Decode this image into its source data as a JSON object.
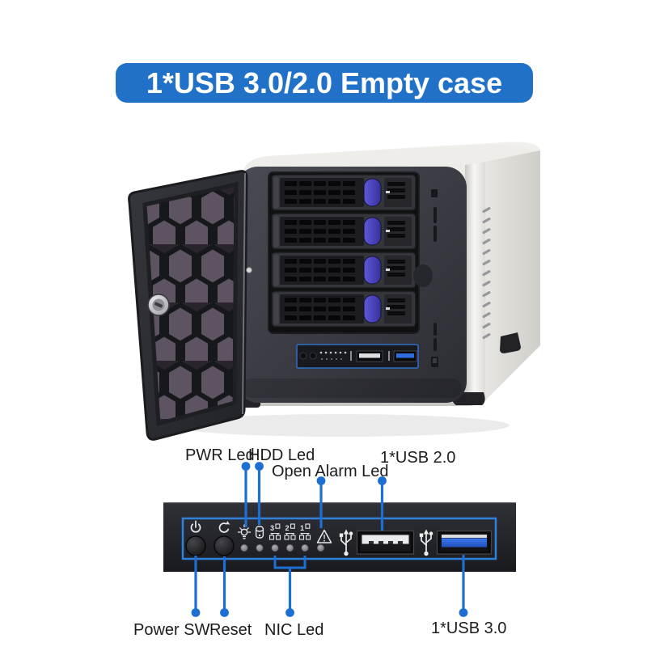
{
  "banner": {
    "title": "1*USB 3.0/2.0 Empty case"
  },
  "product": {
    "description": "4-bay cube NAS empty case with open honeycomb mesh door, silver shell, black front bezel",
    "drive_bays": 4
  },
  "callouts": {
    "pwr_led": "PWR Led",
    "hdd_led": "HDD Led",
    "open_alarm_led": "Open Alarm Led",
    "usb_2_0": "1*USB 2.0",
    "power_sw": "Power SW",
    "reset": "Reset",
    "nic_led": "NIC Led",
    "usb_3_0": "1*USB 3.0"
  },
  "panel": {
    "nic_numbers": [
      "3",
      "2",
      "1"
    ],
    "icons": [
      "power-icon",
      "reset-icon",
      "pwr-led-lamp-icon",
      "hdd-led-icon",
      "nic-led-icon",
      "open-alarm-icon",
      "usb-trident-icon"
    ]
  },
  "colors": {
    "banner_blue": "#2071c7",
    "callout_blue": "#1e6fd2",
    "panel_outline_blue": "#2e82dd",
    "usb3_port_blue": "#2e63d8",
    "drive_latch_blue": "#4a43b5",
    "label_text": "#1c1c1f"
  }
}
